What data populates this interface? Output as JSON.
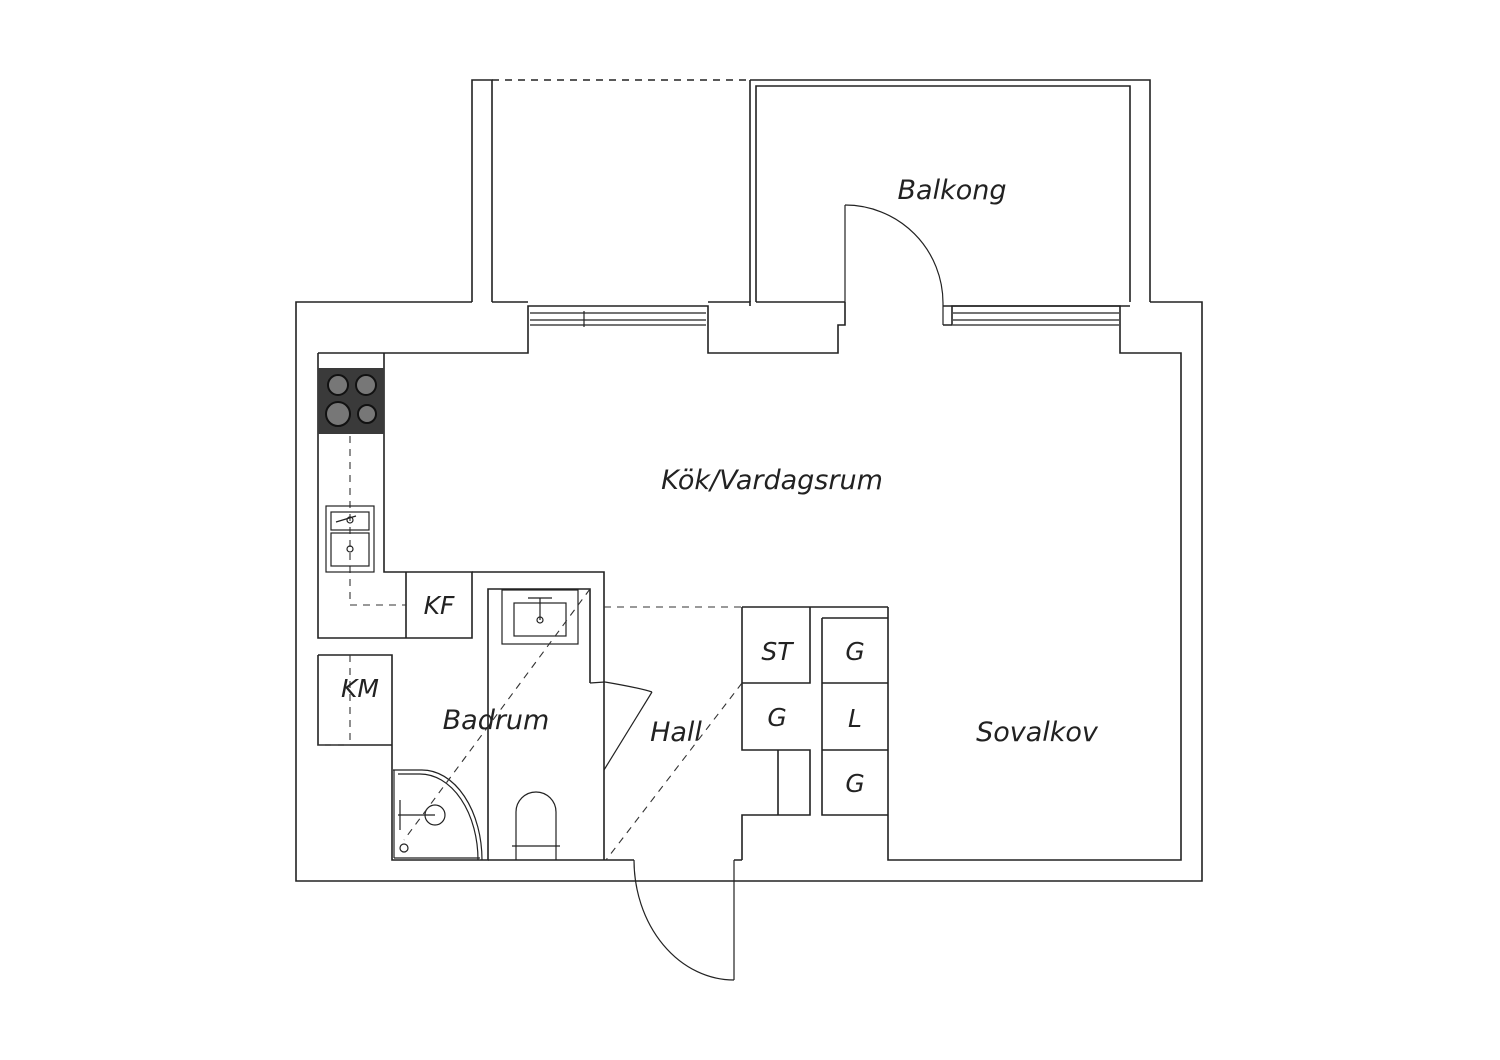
{
  "rooms": {
    "balkong": "Balkong",
    "kok_vardagsrum": "Kök/Vardagsrum",
    "badrum": "Badrum",
    "hall": "Hall",
    "sovalkov": "Sovalkov"
  },
  "fixtures": {
    "kf": "KF",
    "km": "KM",
    "st": "ST",
    "g1": "G",
    "g2": "G",
    "g3": "G",
    "l": "L"
  },
  "colors": {
    "line": "#222222",
    "stove": "#3a3a3a",
    "background": "#ffffff"
  }
}
